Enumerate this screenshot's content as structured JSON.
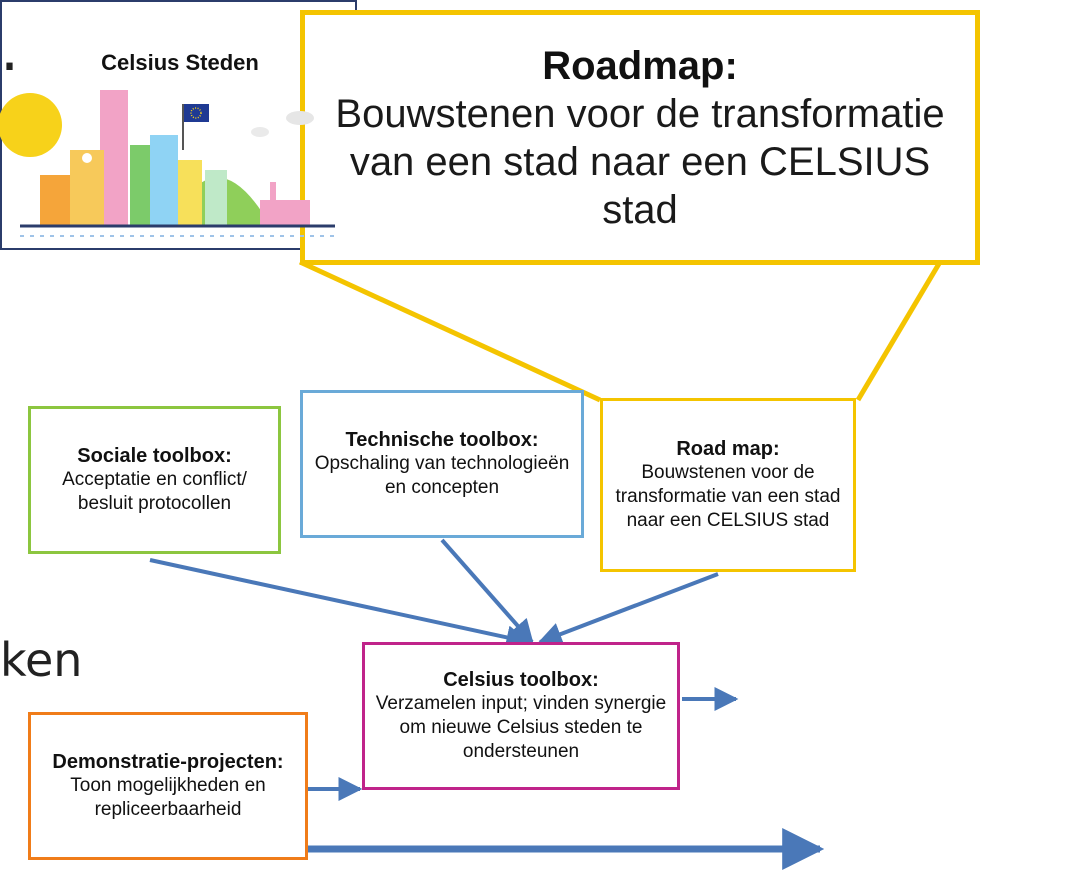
{
  "fragments": {
    "dot": ".",
    "ken": "ken"
  },
  "callout": {
    "title": "Roadmap:",
    "body": "Bouwstenen voor de transformatie van een stad naar een CELSIUS stad"
  },
  "sociale": {
    "title": "Sociale toolbox:",
    "body": "Acceptatie en conflict/ besluit protocollen"
  },
  "technische": {
    "title": "Technische toolbox:",
    "body": "Opschaling van technologieën en concepten"
  },
  "roadmap_small": {
    "title": "Road map:",
    "body": "Bouwstenen voor de transformatie van een stad naar een CELSIUS stad"
  },
  "celsius_toolbox": {
    "title": "Celsius toolbox:",
    "body": "Verzamelen input; vinden synergie om nieuwe Celsius steden te ondersteunen"
  },
  "demo": {
    "title": "Demonstratie-projecten:",
    "body": "Toon mogelijkheden en repliceerbaarheid"
  },
  "steden": {
    "title": "Celsius Steden"
  },
  "colors": {
    "arrow": "#4a78b8",
    "yellow": "#f4c400",
    "green": "#8cc63f",
    "blue": "#6aaad8",
    "magenta": "#c0238a",
    "orange": "#f07c19",
    "navy": "#2b3c6b"
  }
}
